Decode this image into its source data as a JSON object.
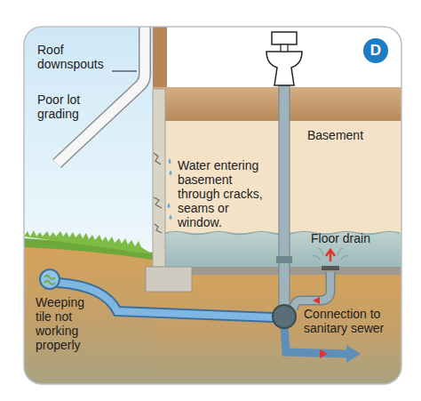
{
  "diagram": {
    "nodes": [
      {
        "text": [
          "D"
        ]
      }
    ],
    "labels": [
      "Roof downspouts",
      "Poor lot grading",
      "Basement",
      "Water entering basement through cracks, seams or window.",
      "Floor drain",
      "Weeping tile not working properly",
      "Connection to sanitary sewer"
    ]
  }
}
